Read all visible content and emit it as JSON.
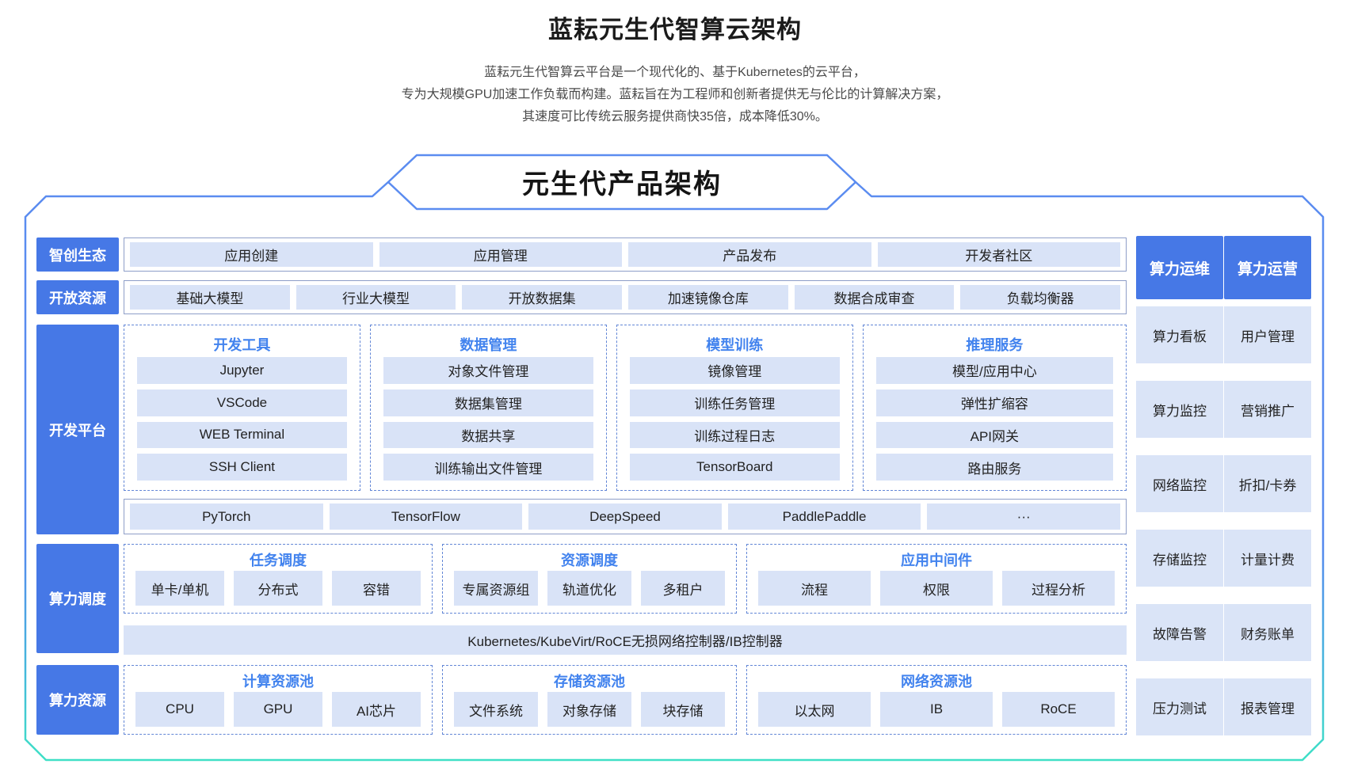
{
  "page": {
    "title": "蓝耘元生代智算云架构",
    "subtitle_lines": [
      "蓝耘元生代智算云平台是一个现代化的、基于Kubernetes的云平台，",
      "专为大规模GPU加速工作负载而构建。蓝耘旨在为工程师和创新者提供无与伦比的计算解决方案，",
      "其速度可比传统云服务提供商快35倍，成本降低30%。"
    ],
    "banner": "元生代产品架构"
  },
  "rows": [
    {
      "label": "智创生态",
      "items": [
        "应用创建",
        "应用管理",
        "产品发布",
        "开发者社区"
      ]
    },
    {
      "label": "开放资源",
      "items": [
        "基础大模型",
        "行业大模型",
        "开放数据集",
        "加速镜像仓库",
        "数据合成审查",
        "负载均衡器"
      ]
    }
  ],
  "dev_platform": {
    "label": "开发平台",
    "columns": [
      {
        "title": "开发工具",
        "items": [
          "Jupyter",
          "VSCode",
          "WEB Terminal",
          "SSH Client"
        ]
      },
      {
        "title": "数据管理",
        "items": [
          "对象文件管理",
          "数据集管理",
          "数据共享",
          "训练输出文件管理"
        ]
      },
      {
        "title": "模型训练",
        "items": [
          "镜像管理",
          "训练任务管理",
          "训练过程日志",
          "TensorBoard"
        ]
      },
      {
        "title": "推理服务",
        "items": [
          "模型/应用中心",
          "弹性扩缩容",
          "API网关",
          "路由服务"
        ]
      }
    ],
    "frameworks": [
      "PyTorch",
      "TensorFlow",
      "DeepSpeed",
      "PaddlePaddle",
      "···"
    ]
  },
  "scheduling": {
    "label": "算力调度",
    "columns": [
      {
        "title": "任务调度",
        "items": [
          "单卡/单机",
          "分布式",
          "容错"
        ]
      },
      {
        "title": "资源调度",
        "items": [
          "专属资源组",
          "轨道优化",
          "多租户"
        ]
      },
      {
        "title": "应用中间件",
        "items": [
          "流程",
          "权限",
          "过程分析"
        ]
      }
    ],
    "bar": "Kubernetes/KubeVirt/RoCE无损网络控制器/IB控制器"
  },
  "resources": {
    "label": "算力资源",
    "columns": [
      {
        "title": "计算资源池",
        "items": [
          "CPU",
          "GPU",
          "AI芯片"
        ]
      },
      {
        "title": "存储资源池",
        "items": [
          "文件系统",
          "对象存储",
          "块存储"
        ]
      },
      {
        "title": "网络资源池",
        "items": [
          "以太网",
          "IB",
          "RoCE"
        ]
      }
    ]
  },
  "side_columns": [
    {
      "header": "算力运维",
      "items": [
        "算力看板",
        "算力监控",
        "网络监控",
        "存储监控",
        "故障告警",
        "压力测试"
      ]
    },
    {
      "header": "算力运营",
      "items": [
        "用户管理",
        "营销推广",
        "折扣/卡券",
        "计量计费",
        "财务账单",
        "报表管理"
      ]
    }
  ],
  "colors": {
    "label_blue": "#4678e6",
    "cell_light_blue": "#d9e3f7",
    "accent_title_blue": "#4283ee",
    "frame_blue": "#5b8cf0",
    "frame_teal": "#3fe0c6"
  }
}
